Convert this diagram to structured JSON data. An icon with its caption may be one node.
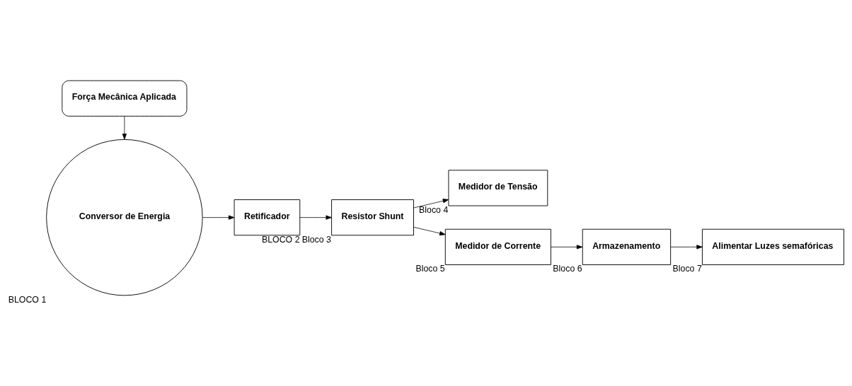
{
  "diagram": {
    "nodes": [
      {
        "text": [
          "Força Mecânica Aplicada"
        ]
      },
      {
        "text": [
          "Conversor de Energia"
        ],
        "beside": [
          "BLOCO 1"
        ]
      },
      {
        "text": [
          "Retificador"
        ],
        "beside": [
          "BLOCO 2"
        ]
      },
      {
        "text": [
          "Resistor Shunt"
        ],
        "beside": [
          "Bloco 3"
        ]
      },
      {
        "text": [
          "Medidor de Tensão"
        ],
        "beside": [
          "Bloco 4"
        ]
      },
      {
        "text": [
          "Medidor de Corrente"
        ],
        "beside": [
          "Bloco 5"
        ]
      },
      {
        "text": [
          "Armazenamento"
        ],
        "beside": [
          "Bloco 6"
        ]
      },
      {
        "text": [
          "Alimentar Luzes semafóricas"
        ],
        "beside": [
          "Bloco 7"
        ]
      }
    ],
    "edges": [
      {
        "from": 0,
        "to": 1,
        "arrow": "to"
      },
      {
        "from": 1,
        "to": 2,
        "arrow": "to"
      },
      {
        "from": 2,
        "to": 3,
        "arrow": "to"
      },
      {
        "from": 3,
        "to": 4,
        "arrow": "to"
      },
      {
        "from": 3,
        "to": 5,
        "arrow": "to"
      },
      {
        "from": 5,
        "to": 6,
        "arrow": "to"
      },
      {
        "from": 6,
        "to": 7,
        "arrow": "to"
      }
    ]
  }
}
